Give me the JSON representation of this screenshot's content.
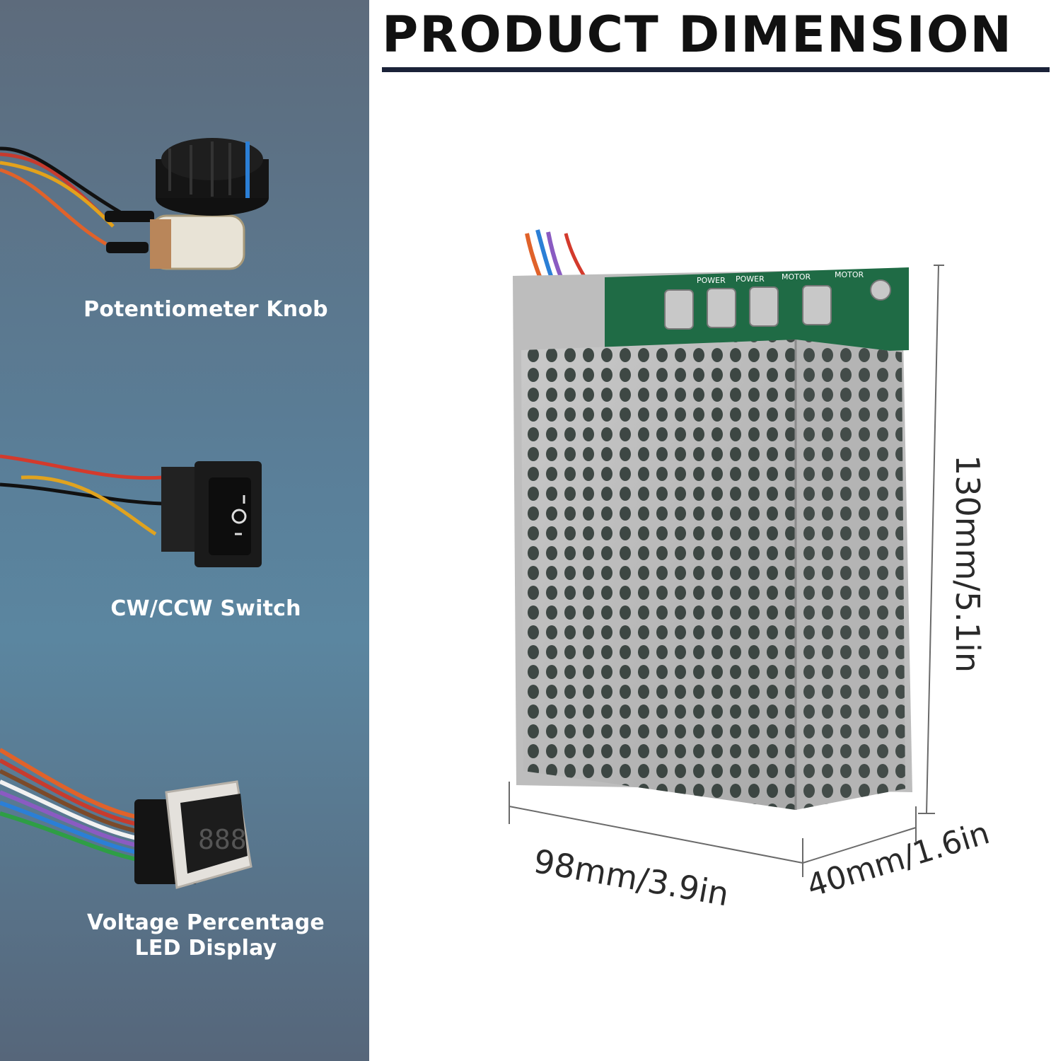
{
  "title": "PRODUCT DIMENSION",
  "accessories": [
    {
      "label": "Potentiometer Knob"
    },
    {
      "label": "CW/CCW Switch"
    },
    {
      "label": "Voltage Percentage\nLED Display"
    }
  ],
  "dimensions": {
    "height": "130mm/5.1in",
    "width": "98mm/3.9in",
    "depth": "40mm/1.6in"
  },
  "device_labels": [
    "POWER",
    "POWER",
    "MOTOR",
    "MOTOR"
  ],
  "colors": {
    "title_rule": "#1a2238",
    "panel_top": "#5d6b7c",
    "panel_mid": "#5b86a0"
  }
}
